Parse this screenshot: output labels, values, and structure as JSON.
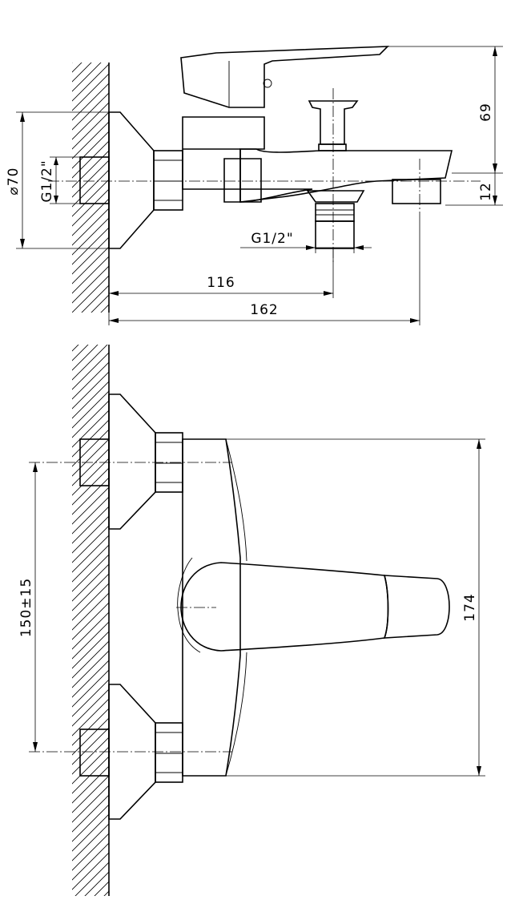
{
  "top_view": {
    "dim_height": "69",
    "dim_offset": "12",
    "dim_diameter": "⌀70",
    "thread_inlet": "G1/2\"",
    "thread_outlet": "G1/2\"",
    "dim_116": "116",
    "dim_162": "162"
  },
  "front_view": {
    "dim_spacing": "150±15",
    "dim_174": "174"
  }
}
